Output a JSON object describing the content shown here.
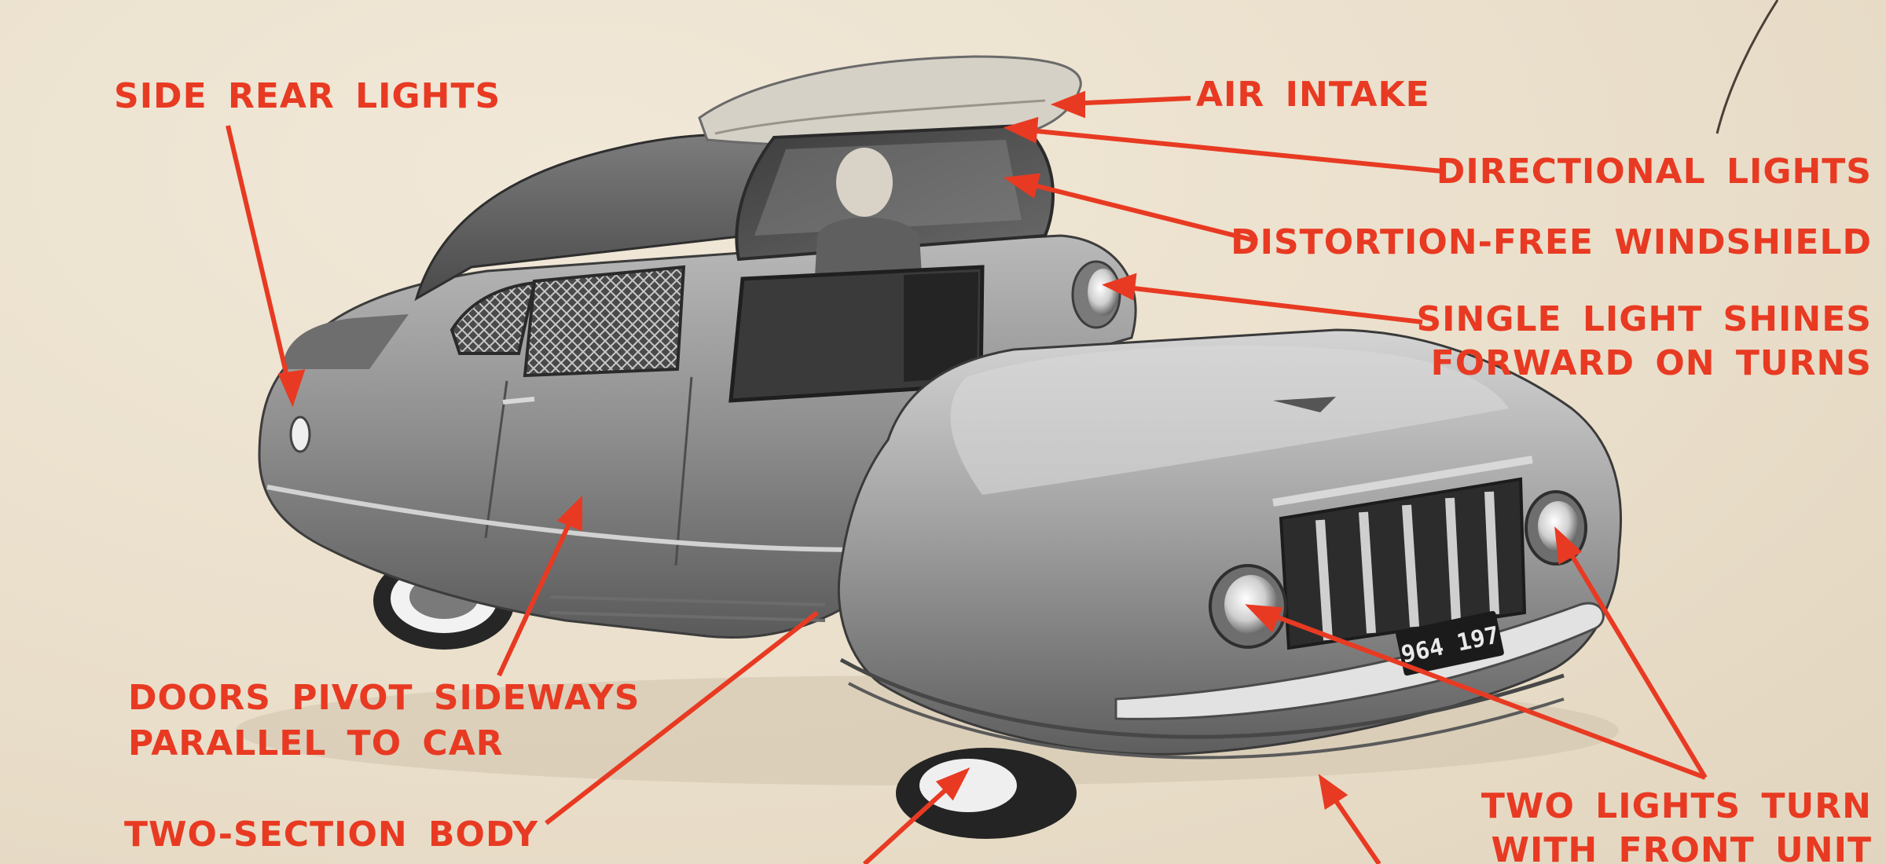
{
  "callouts": {
    "side_rear_lights": "SIDE REAR LIGHTS",
    "air_intake": "AIR INTAKE",
    "directional_lights": "DIRECTIONAL LIGHTS",
    "distortion_free_windshield": "DISTORTION-FREE WINDSHIELD",
    "single_light_line1": "SINGLE LIGHT SHINES",
    "single_light_line2": "FORWARD ON TURNS",
    "doors_line1": "DOORS PIVOT SIDEWAYS",
    "doors_line2": "PARALLEL TO CAR",
    "two_section_body": "TWO-SECTION BODY",
    "two_lights_line1": "TWO LIGHTS TURN",
    "two_lights_line2": "WITH FRONT UNIT"
  },
  "vehicle": {
    "license_plate": "964 197"
  },
  "colors": {
    "callout_red": "#e83a22",
    "paper": "#ece1cf",
    "car_body": "#8e8e8e"
  }
}
